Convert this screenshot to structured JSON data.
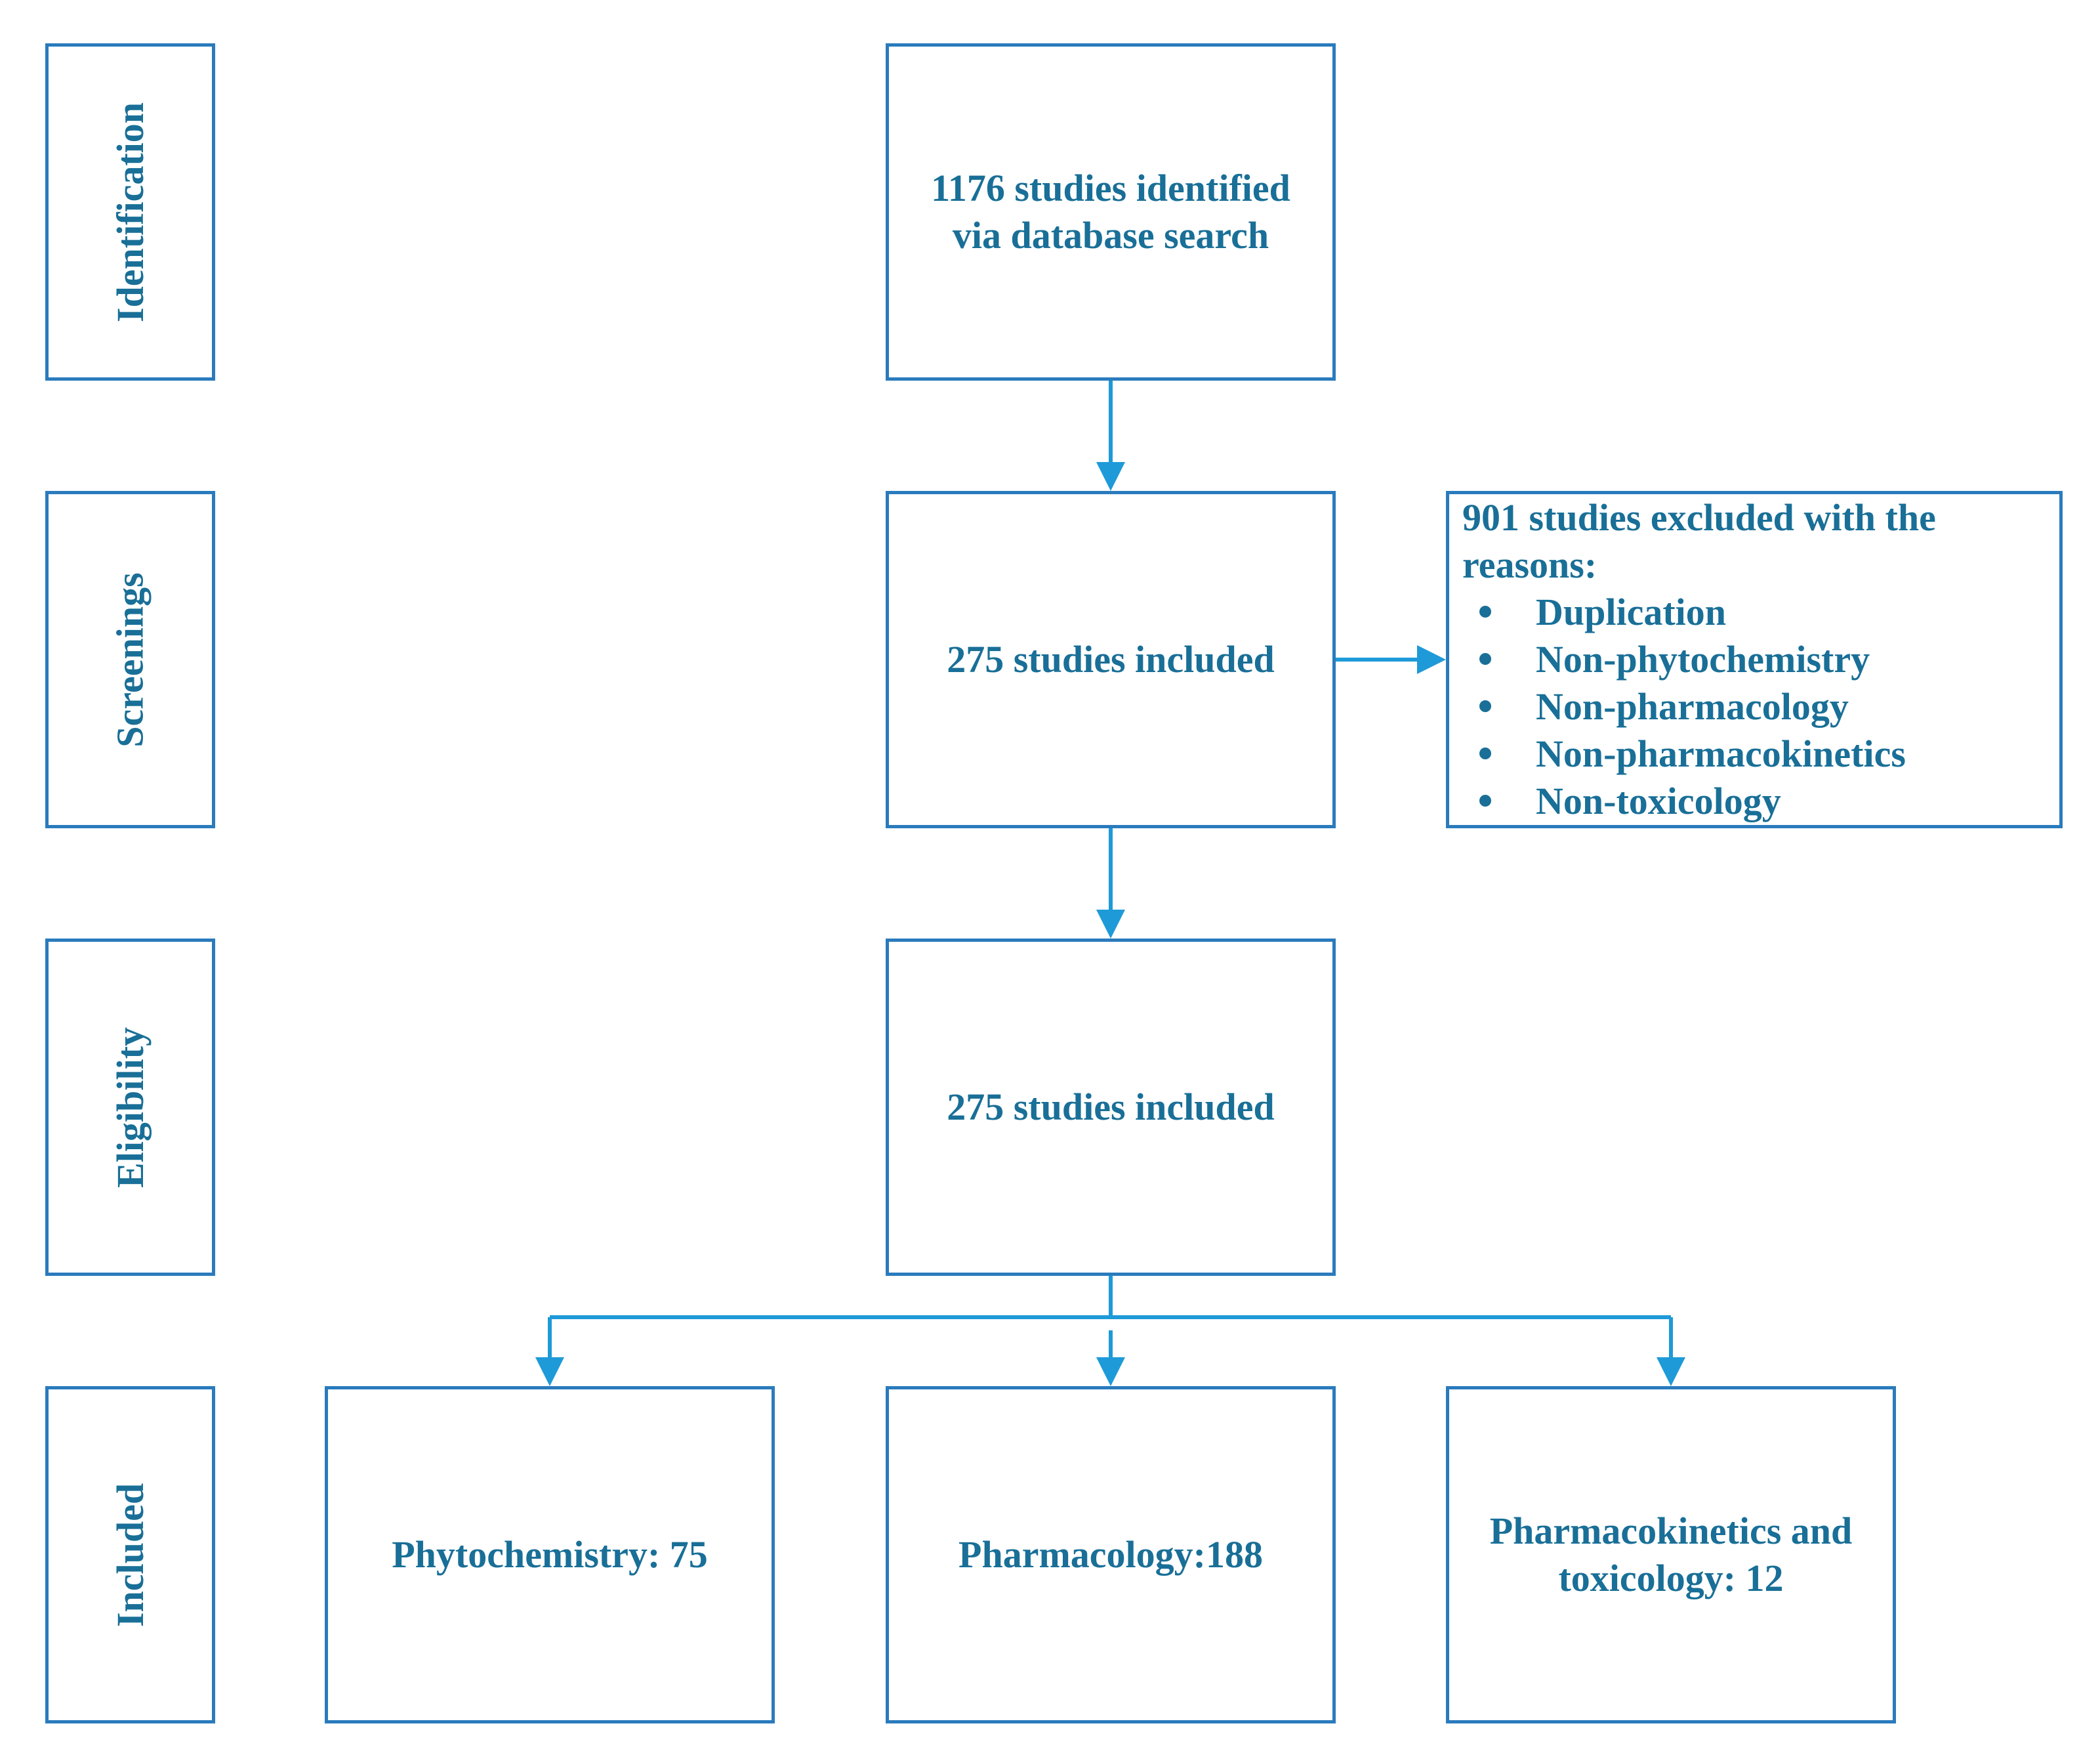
{
  "colors": {
    "box_border": "#2a7bbd",
    "arrow": "#1e9ad8",
    "text": "#196f97"
  },
  "stages": {
    "identification": "Identification",
    "screenings": "Screenings",
    "eligibility": "Eligibility",
    "included": "Included"
  },
  "identification_box": {
    "line1": "1176 studies identified",
    "line2": "via database search"
  },
  "screening_box": {
    "text": "275 studies included"
  },
  "exclusion_box": {
    "title_line1": "901 studies excluded with the",
    "title_line2": "reasons:",
    "reasons": [
      "Duplication",
      "Non-phytochemistry",
      "Non-pharmacology",
      "Non-pharmacokinetics",
      "Non-toxicology"
    ]
  },
  "eligibility_box": {
    "text": "275 studies included"
  },
  "included_boxes": {
    "phytochemistry": "Phytochemistry: 75",
    "pharmacology": "Pharmacology:188",
    "pk_tox_line1": "Pharmacokinetics and",
    "pk_tox_line2": "toxicology: 12"
  }
}
